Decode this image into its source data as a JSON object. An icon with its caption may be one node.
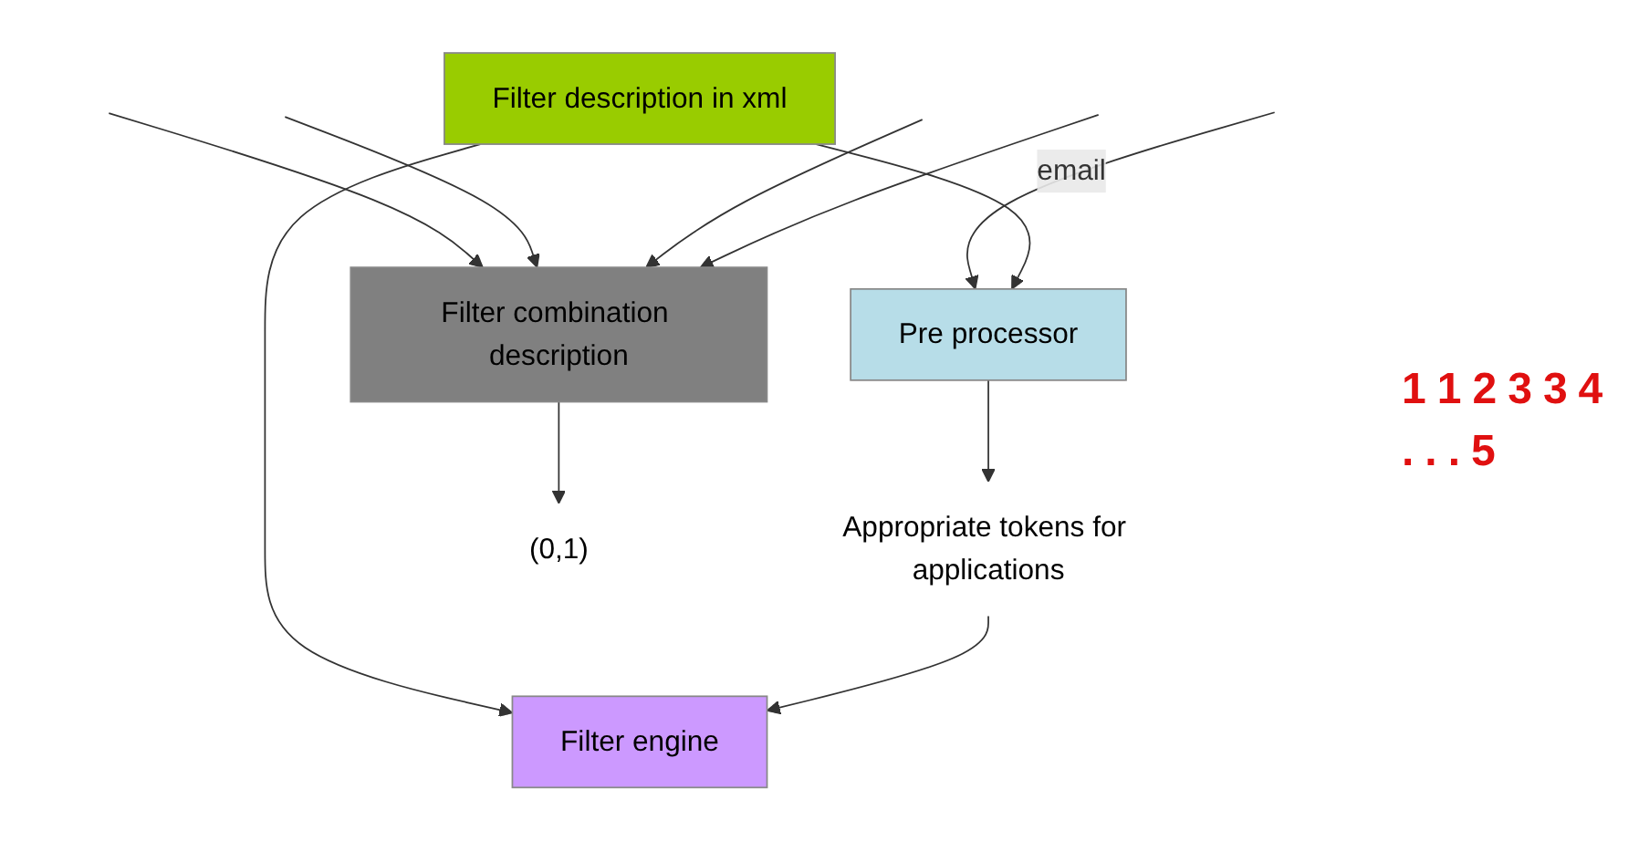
{
  "diagram": {
    "nodes": [
      {
        "text": [
          "Pre processor"
        ]
      },
      {
        "text": [
          "Filter description in xml"
        ]
      },
      {
        "text": [
          "Appropriate tokens for applications"
        ]
      },
      {
        "text": [
          "Filter engine"
        ]
      },
      {
        "text": [
          "Filter combination description"
        ]
      },
      {
        "text": [
          "(0,1)"
        ]
      }
    ],
    "edges": [
      {
        "from": null,
        "to": 0,
        "arrow": "to",
        "label": "email"
      },
      {
        "from": 1,
        "to": 0,
        "arrow": "to"
      },
      {
        "from": 0,
        "to": 2,
        "arrow": "to"
      },
      {
        "from": 1,
        "to": 3,
        "arrow": "to"
      },
      {
        "from": 2,
        "to": 3,
        "arrow": "to"
      },
      {
        "from": null,
        "to": 4,
        "arrow": "to"
      },
      {
        "from": null,
        "to": 4,
        "arrow": "to"
      },
      {
        "from": null,
        "to": 4,
        "arrow": "to"
      },
      {
        "from": null,
        "to": 4,
        "arrow": "to"
      },
      {
        "from": 4,
        "to": 5,
        "arrow": "to"
      }
    ],
    "labels": [
      "1",
      "1",
      "2",
      "3",
      "3",
      "4",
      ".",
      ".",
      ".",
      "5"
    ]
  }
}
